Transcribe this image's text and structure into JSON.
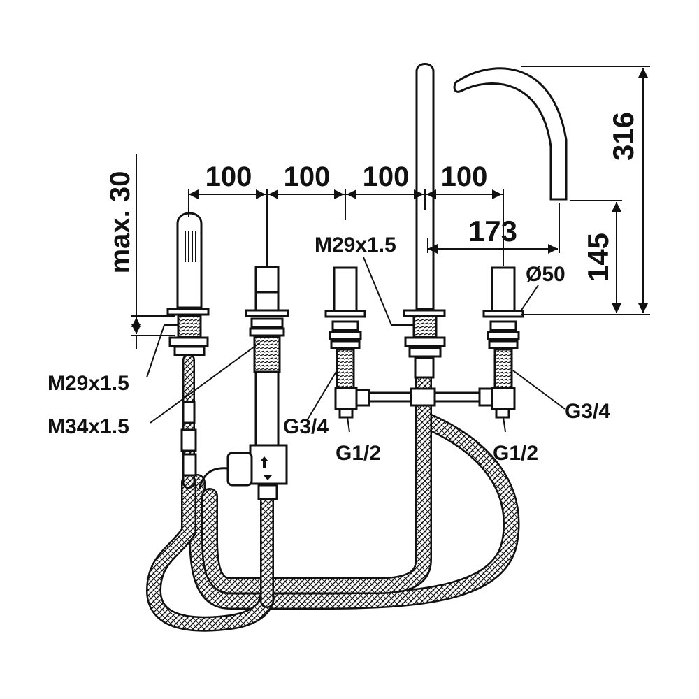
{
  "colors": {
    "line": "#111111",
    "background": "#ffffff"
  },
  "dimensions": {
    "spacing_1": "100",
    "spacing_2": "100",
    "spacing_3": "100",
    "spacing_4": "100",
    "spout_reach": "173",
    "total_height": "316",
    "body_height": "145",
    "deck_max": "max. 30",
    "diameter": "Ø50"
  },
  "labels": {
    "spout_thread": "M29x1.5",
    "shower_thread": "M29x1.5",
    "mixer_thread": "M34x1.5",
    "left_valve_thread": "G3/4",
    "left_valve_outlet": "G1/2",
    "right_valve_thread": "G3/4",
    "right_valve_outlet": "G1/2"
  }
}
